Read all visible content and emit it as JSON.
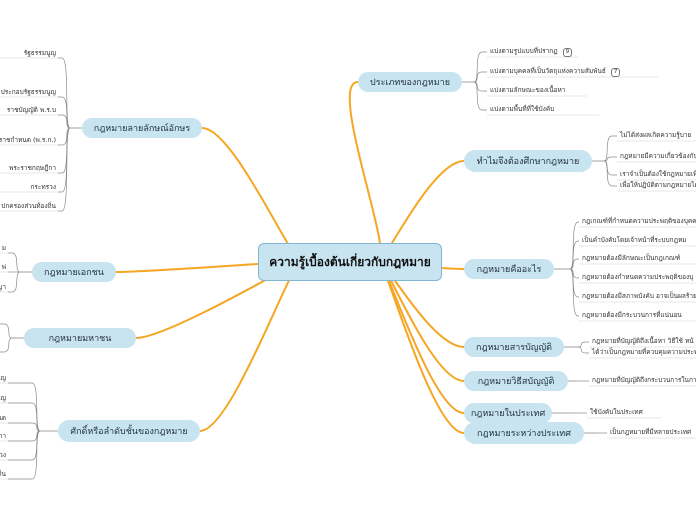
{
  "central": "ความรู้เบื้องต้นเกี่ยวกับกฎหมาย",
  "right": [
    {
      "label": "ประเภทของกฎหมาย",
      "leaves": [
        {
          "text": "แบ่งตามรูปแบบที่ปรากฏ",
          "badge": "9"
        },
        {
          "text": "แบ่งตามบุคคลที่เป็นวัตถุแห่งความสัมพันธ์",
          "badge": "7"
        },
        {
          "text": "แบ่งตามลักษณะของเนื้อหา"
        },
        {
          "text": "แบ่งตามพื้นที่ที่ใช้บังคับ"
        }
      ]
    },
    {
      "label": "ทำไมจึงต้องศึกษากฎหมาย",
      "leaves": [
        {
          "text": "ไม่ได้ส่งผลเกิดความรู้บาย"
        },
        {
          "text": "กฎหมายมีความเกี่ยวข้องกับ"
        },
        {
          "text": "เราจำเป็นต้องใช้กฎหมายเพื่อ"
        },
        {
          "text": "เพื่อให้ปฏิบัติตามกฎหมายได้"
        }
      ]
    },
    {
      "label": "กฎหมายคืออะไร",
      "leaves": [
        {
          "text": "กฎเกณฑ์ที่กำหนดความประพฤติของบุคคล"
        },
        {
          "text": "เป็นคำบังคับโดยเจ้าหน้าที่ระบบกฎหม"
        },
        {
          "text": "กฎหมายต้องมีลักษณะเป็นกฎเกณฑ์"
        },
        {
          "text": "กฎหมายต้องกำหนดความประพฤติของบุ"
        },
        {
          "text": "กฎหมายต้องมีสภาพบังคับ อาจเป็นผลร้าย"
        },
        {
          "text": "กฎหมายต้องมีกระบวนการที่แน่นอน"
        }
      ]
    },
    {
      "label": "กฎหมายสารบัญญัติ",
      "leaves": [
        {
          "text": "กฎหมายที่บัญญัติถึงเนื้อหา วิธีใช้ หน้"
        },
        {
          "text": "ได้ว่าเป็นกฎหมายที่ควบคุมความประพ"
        }
      ]
    },
    {
      "label": "กฎหมายวิธีสบัญญัติ",
      "leaves": [
        {
          "text": "กฎหมายที่บัญญัติถึงกระบวนการในการ"
        }
      ]
    },
    {
      "label": "กฎหมายในประเทศ",
      "leaves": [
        {
          "text": "ใช้บังคับในประเทศ"
        }
      ]
    },
    {
      "label": "กฎหมายระหว่างประเทศ",
      "leaves": [
        {
          "text": "เป็นกฎหมายที่มีหลายประเทศ"
        }
      ]
    }
  ],
  "left": [
    {
      "label": "กฎหมายลายลักษณ์อักษร",
      "leaves": [
        {
          "text": "รัฐธรรมนูญ"
        },
        {
          "text": "ประกอบรัฐธรรมนูญ"
        },
        {
          "text": "ราชบัญญัติ พ.ร.บ"
        },
        {
          "text": "ราชกำหนด (พ.ร.ก.)"
        },
        {
          "text": "พระราชกฤษฎีกา"
        },
        {
          "text": "กระทรวง"
        },
        {
          "text": "ปกครองส่วนท้องถิ่น"
        }
      ]
    },
    {
      "label": "กฎหมายเอกชน",
      "leaves": [
        {
          "text": "ม"
        },
        {
          "text": "พ่"
        },
        {
          "text": "ญา"
        }
      ]
    },
    {
      "label": "กฎหมายมหาชน",
      "leaves": []
    },
    {
      "label": "ศักดิ์หรือลำดับชั้นของกฎหมาย",
      "leaves": [
        {
          "text": "รัฐธรรมนูญ"
        },
        {
          "text": "รัฐธรรมนูญ"
        },
        {
          "text": "ราชกำหนด"
        },
        {
          "text": "ราชกฤษฎีกา"
        },
        {
          "text": "ฎกระทรวง"
        },
        {
          "text": "ส่วนท้องถิ่น"
        }
      ]
    }
  ],
  "colors": {
    "branch": "#f5a623",
    "twig": "#8a8a8a",
    "node_fill": "#c9e4f1"
  }
}
